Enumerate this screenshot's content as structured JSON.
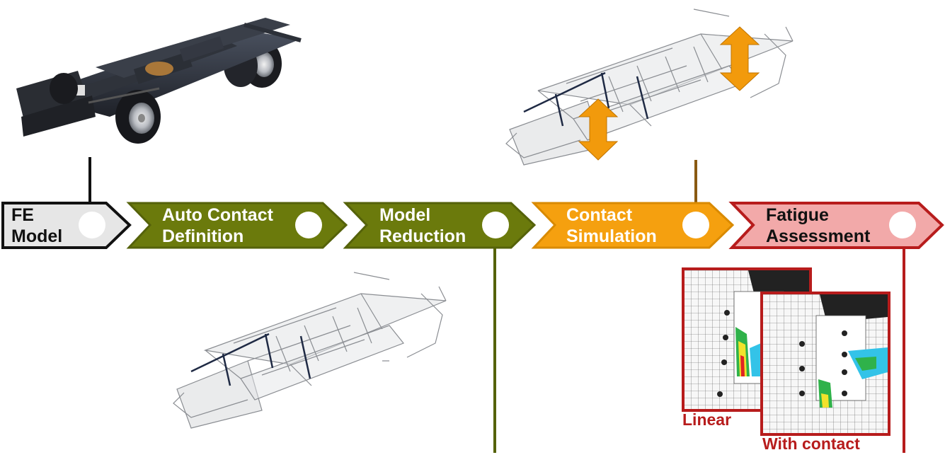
{
  "steps": [
    {
      "line1": "FE",
      "line2": "Model",
      "fill": "#e6e6e6",
      "stroke": "#111111",
      "text_color": "#111111"
    },
    {
      "line1": "Auto Contact",
      "line2": "Definition",
      "fill": "#6b7a0c",
      "stroke": "#55620a",
      "text_color": "#ffffff"
    },
    {
      "line1": "Model",
      "line2": "Reduction",
      "fill": "#6b7a0c",
      "stroke": "#55620a",
      "text_color": "#ffffff"
    },
    {
      "line1": "Contact",
      "line2": "Simulation",
      "fill": "#f5a00f",
      "stroke": "#d98a00",
      "text_color": "#ffffff"
    },
    {
      "line1": "Fatigue",
      "line2": "Assessment",
      "fill": "#f2a9a9",
      "stroke": "#b71c1c",
      "text_color": "#111111"
    }
  ],
  "captions": {
    "linear": "Linear",
    "with_contact": "With contact"
  },
  "colors": {
    "connector_black": "#111111",
    "connector_olive": "#55620a",
    "connector_brown": "#8a5a12",
    "connector_red": "#b71c1c",
    "arrow_orange": "#f29a0c",
    "chassis_dark": "#2c3038",
    "frame_grey": "#8a8d92"
  }
}
